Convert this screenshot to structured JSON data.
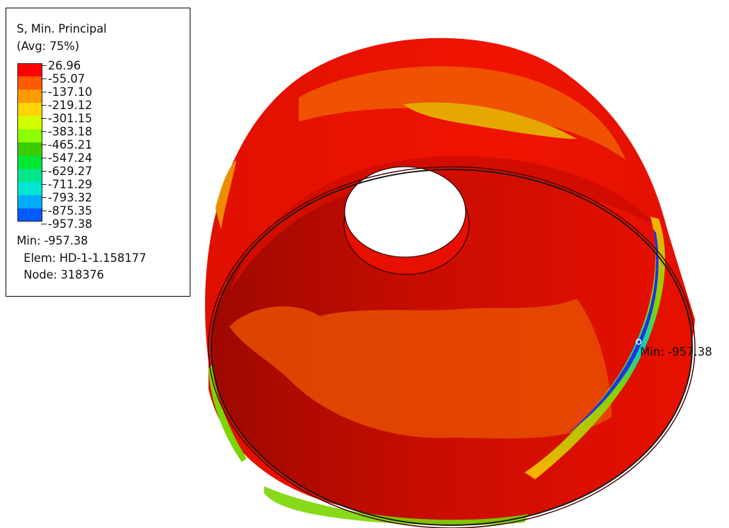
{
  "legend": {
    "title": "S, Min. Principal",
    "averaging": "(Avg: 75%)",
    "values": [
      "26.96",
      "-55.07",
      "-137.10",
      "-219.12",
      "-301.15",
      "-383.18",
      "-465.21",
      "-547.24",
      "-629.27",
      "-711.29",
      "-793.32",
      "-875.35",
      "-957.38"
    ],
    "colors": [
      "#ff0000",
      "#ff5a00",
      "#ff9a00",
      "#ffd400",
      "#d2ff00",
      "#8cff00",
      "#3ccd00",
      "#00e633",
      "#00e68c",
      "#00e6d2",
      "#00aaff",
      "#005aff",
      "#0000e6"
    ],
    "min_text": "Min: -957.38",
    "elem_text": "Elem: HD-1-1.158177",
    "node_text": "Node: 318376"
  },
  "model": {
    "min_marker_label": "Min: -957.38",
    "body_color": "#e60f00",
    "inner_shade_color": "#bd0c00",
    "orange_zone_color": "#f05a00",
    "yellow_zone_color": "#e6a800",
    "band_green_color": "#7ad600",
    "band_blue_color": "#1e32e6"
  }
}
